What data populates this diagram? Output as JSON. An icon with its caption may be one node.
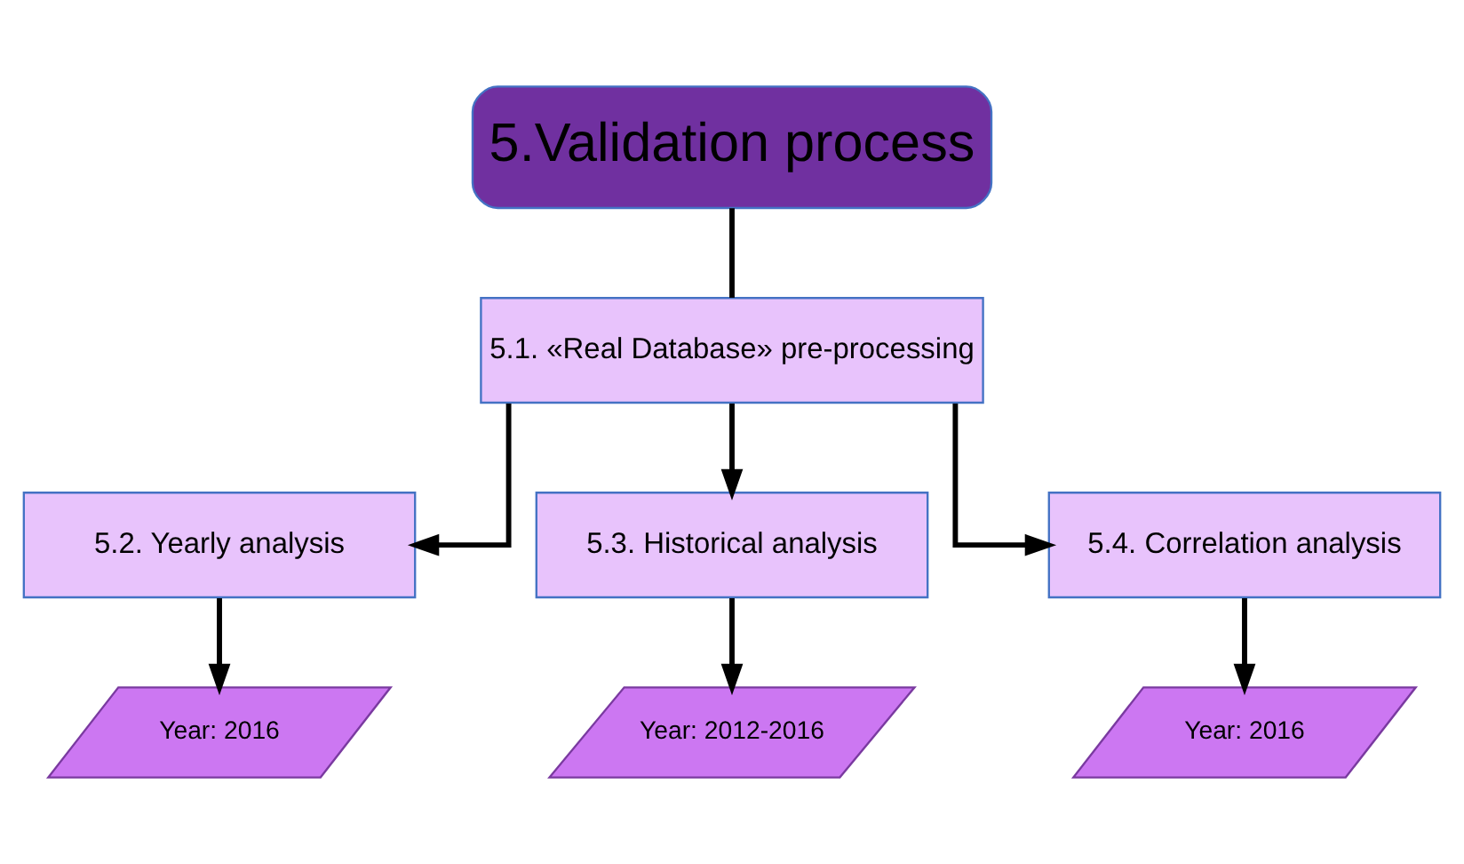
{
  "diagram": {
    "nodes": [
      {
        "text": [
          "5.Validation process"
        ]
      },
      {
        "text": [
          "5.1. «Real Database» pre-processing"
        ]
      },
      {
        "text": [
          "5.2. Yearly analysis"
        ]
      },
      {
        "text": [
          "5.3. Historical analysis"
        ]
      },
      {
        "text": [
          "5.4. Correlation analysis"
        ]
      },
      {
        "text": [
          "Year: 2016"
        ]
      },
      {
        "text": [
          "Year: 2012-2016"
        ]
      },
      {
        "text": [
          "Year: 2016"
        ]
      }
    ],
    "edges": [
      {
        "from": 0,
        "to": 1,
        "arrow": "none"
      },
      {
        "from": 1,
        "to": 2,
        "arrow": "to"
      },
      {
        "from": 1,
        "to": 3,
        "arrow": "to"
      },
      {
        "from": 1,
        "to": 4,
        "arrow": "to"
      },
      {
        "from": 2,
        "to": 5,
        "arrow": "to"
      },
      {
        "from": 3,
        "to": 6,
        "arrow": "to"
      },
      {
        "from": 4,
        "to": 7,
        "arrow": "to"
      }
    ]
  }
}
